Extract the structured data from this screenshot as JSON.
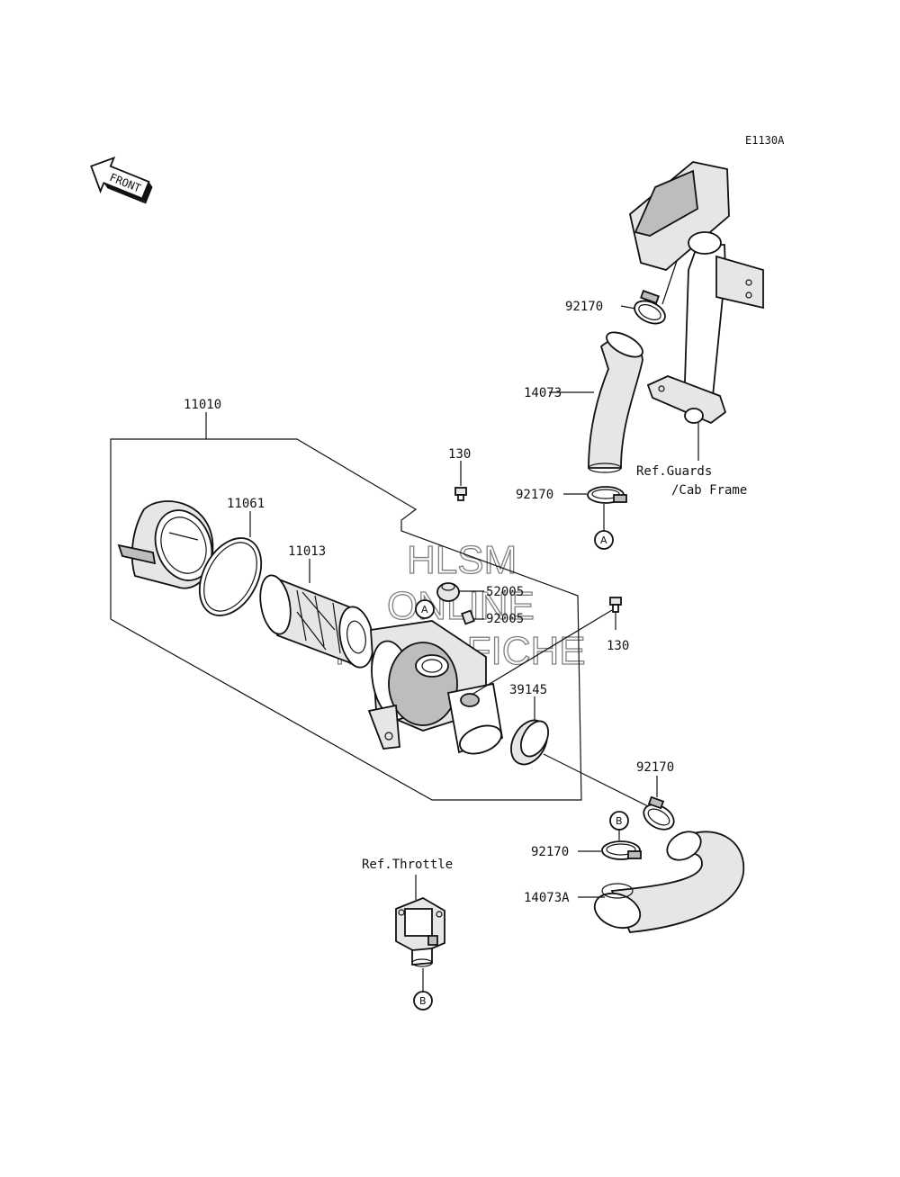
{
  "diagram": {
    "code": "E1130A",
    "front_arrow": "FRONT",
    "watermark": [
      "HLSM",
      "ONLINE",
      "MICROFICHE"
    ],
    "labels": {
      "p92170_top": "92170",
      "p14073": "14073",
      "ref_guards": "Ref.Guards",
      "ref_cab": "/Cab Frame",
      "p92170_mid": "92170",
      "p11010": "11010",
      "p130_top": "130",
      "p11061": "11061",
      "p11013": "11013",
      "p52005": "52005",
      "p92005": "92005",
      "p130_right": "130",
      "p39145": "39145",
      "p92170_low_right": "92170",
      "p92170_low_left": "92170",
      "p14073A": "14073A",
      "ref_throttle": "Ref.Throttle"
    },
    "markers": {
      "a_top": "A",
      "a_body": "A",
      "b_hose": "B",
      "b_throttle": "B"
    }
  }
}
